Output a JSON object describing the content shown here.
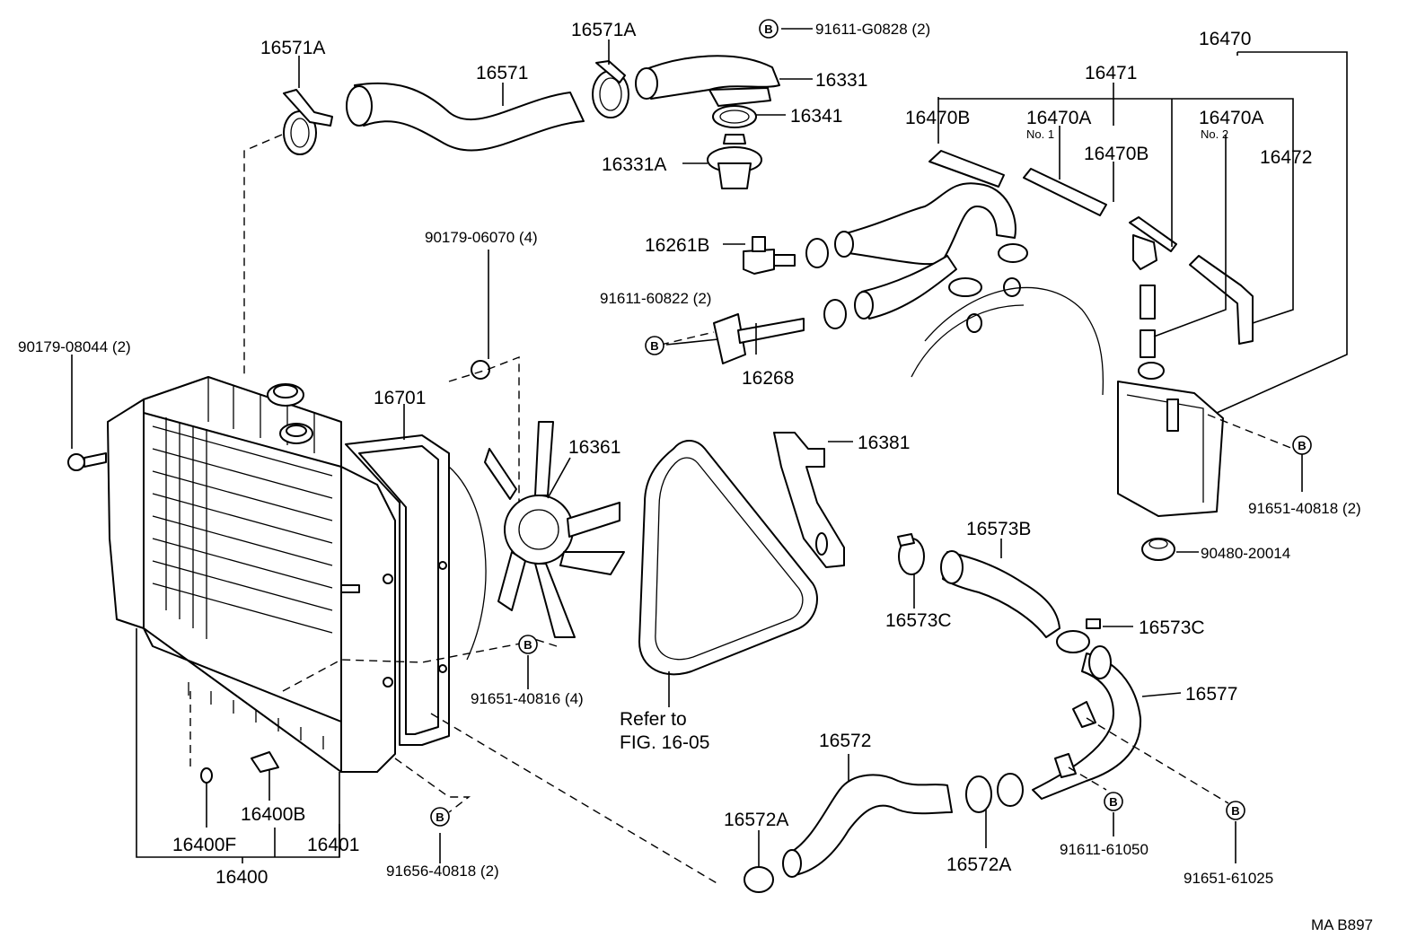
{
  "bolt_marker": "B",
  "labels": {
    "p16571A_left": "16571A",
    "p16571A_top": "16571A",
    "p16571": "16571",
    "p91611G0828": "91611-G0828 (2)",
    "p16331": "16331",
    "p16341": "16341",
    "p16331A": "16331A",
    "p16470": "16470",
    "p16471": "16471",
    "p16470B_left": "16470B",
    "p16470A_1": "16470A",
    "no1": "No. 1",
    "p16470A_2": "16470A",
    "no2": "No. 2",
    "p16470B_right": "16470B",
    "p16472": "16472",
    "p16261B": "16261B",
    "p9161160822": "91611-60822 (2)",
    "p16268": "16268",
    "p9017906070": "90179-06070 (4)",
    "p9017908044": "90179-08044 (2)",
    "p16701": "16701",
    "p16361": "16361",
    "p16381": "16381",
    "p9165140818_right": "91651-40818 (2)",
    "p9048020014": "90480-20014",
    "p16573B": "16573B",
    "p16573C_left": "16573C",
    "p16573C_right": "16573C",
    "p16577": "16577",
    "p9165140816": "91651-40816 (4)",
    "refer1": "Refer to",
    "refer2": "FIG. 16-05",
    "p16572": "16572",
    "p16572A_left": "16572A",
    "p16572A_right": "16572A",
    "p9161161050": "91611-61050",
    "p9165161025": "91651-61025",
    "p16400B": "16400B",
    "p16400F": "16400F",
    "p16401": "16401",
    "p16400": "16400",
    "p9165640818": "91656-40818 (2)",
    "code": "MA B897"
  }
}
